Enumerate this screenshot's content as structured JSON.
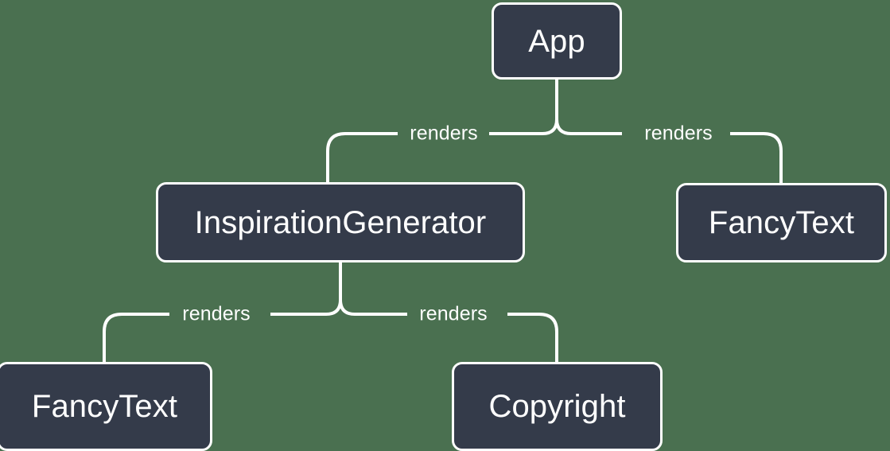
{
  "diagram": {
    "type": "component-tree",
    "background_color": "#4a7050",
    "node_fill_color": "#343b4a",
    "node_border_color": "#ffffff",
    "edge_color": "#ffffff",
    "text_color": "#ffffff",
    "nodes": [
      {
        "id": "app",
        "label": "App"
      },
      {
        "id": "inspiration",
        "label": "InspirationGenerator"
      },
      {
        "id": "fancytext_right",
        "label": "FancyText"
      },
      {
        "id": "fancytext_bottom",
        "label": "FancyText"
      },
      {
        "id": "copyright",
        "label": "Copyright"
      }
    ],
    "edges": [
      {
        "from": "app",
        "to": "inspiration",
        "label": "renders"
      },
      {
        "from": "app",
        "to": "fancytext_right",
        "label": "renders"
      },
      {
        "from": "inspiration",
        "to": "fancytext_bottom",
        "label": "renders"
      },
      {
        "from": "inspiration",
        "to": "copyright",
        "label": "renders"
      }
    ]
  }
}
